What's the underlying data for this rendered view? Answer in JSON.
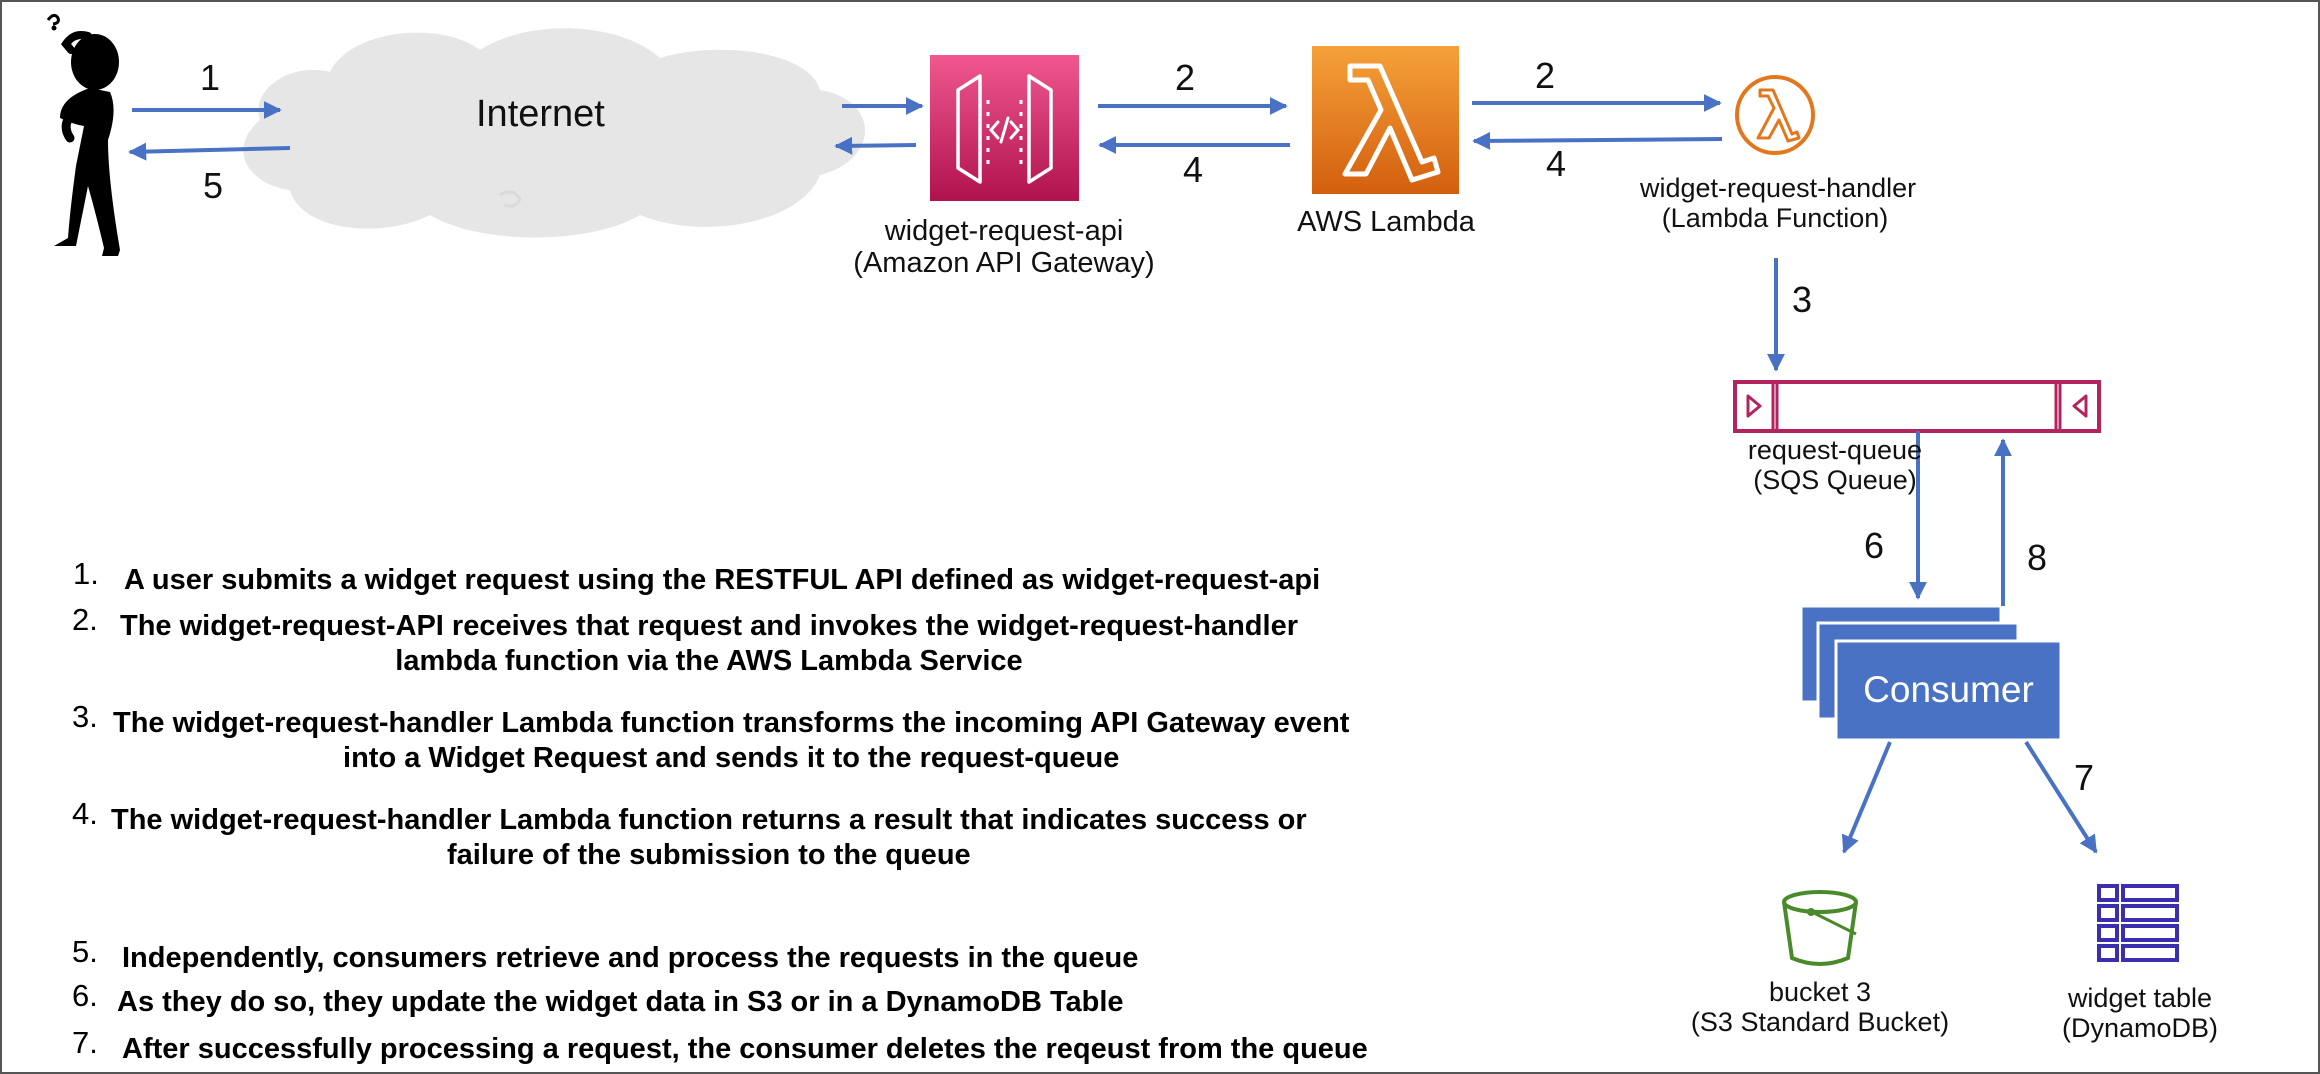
{
  "cloud": {
    "label": "Internet"
  },
  "nodes": {
    "api": {
      "line1": "widget-request-api",
      "line2": "(Amazon API Gateway)"
    },
    "lambda_service": {
      "label": "AWS Lambda"
    },
    "handler": {
      "line1": "widget-request-handler",
      "line2": "(Lambda Function)"
    },
    "queue": {
      "line1": "request-queue",
      "line2": "(SQS Queue)"
    },
    "consumer": {
      "label": "Consumer"
    },
    "bucket": {
      "line1": "bucket 3",
      "line2": "(S3 Standard Bucket)"
    },
    "table": {
      "line1": "widget table",
      "line2": "(DynamoDB)"
    }
  },
  "arrow_numbers": {
    "user_to_internet": "1",
    "internet_to_user": "5",
    "api_to_lambda": "2",
    "lambda_to_api": "4",
    "lambda_to_handler": "2",
    "handler_to_lambda": "4",
    "handler_to_queue": "3",
    "queue_to_consumer": "6",
    "consumer_to_queue": "8",
    "consumer_to_table": "7"
  },
  "steps": [
    {
      "n": "1.",
      "lines": [
        "A user submits a widget request using the RESTFUL API defined as widget-request-api"
      ]
    },
    {
      "n": "2.",
      "lines": [
        "The widget-request-API receives that request and invokes the widget-request-handler",
        "lambda function via the AWS Lambda Service"
      ]
    },
    {
      "n": "3.",
      "lines": [
        "The widget-request-handler Lambda function transforms the incoming API Gateway event",
        "into a Widget Request and sends it to the request-queue"
      ]
    },
    {
      "n": "4.",
      "lines": [
        "The widget-request-handler Lambda function returns a result that indicates success or",
        "failure of the submission to the queue"
      ]
    },
    {
      "n": "5.",
      "lines": [
        "Independently, consumers retrieve and process the requests in the queue"
      ]
    },
    {
      "n": "6.",
      "lines": [
        "As they do so, they update the widget data in S3 or in a DynamoDB Table"
      ]
    },
    {
      "n": "7.",
      "lines": [
        "After successfully processing a request, the consumer deletes the reqeust from the queue"
      ]
    }
  ],
  "colors": {
    "arrow": "#4a72c4",
    "api_gateway_top": "#f0588f",
    "api_gateway_bottom": "#b0124e",
    "lambda_top": "#f5a13a",
    "lambda_bottom": "#d35f0e",
    "lambda_function": "#e2771d",
    "sqs": "#b3245f",
    "consumer": "#4a72c4",
    "s3": "#4a8a2a",
    "dynamodb": "#3b2fb0",
    "cloud": "#e6e6e6"
  }
}
